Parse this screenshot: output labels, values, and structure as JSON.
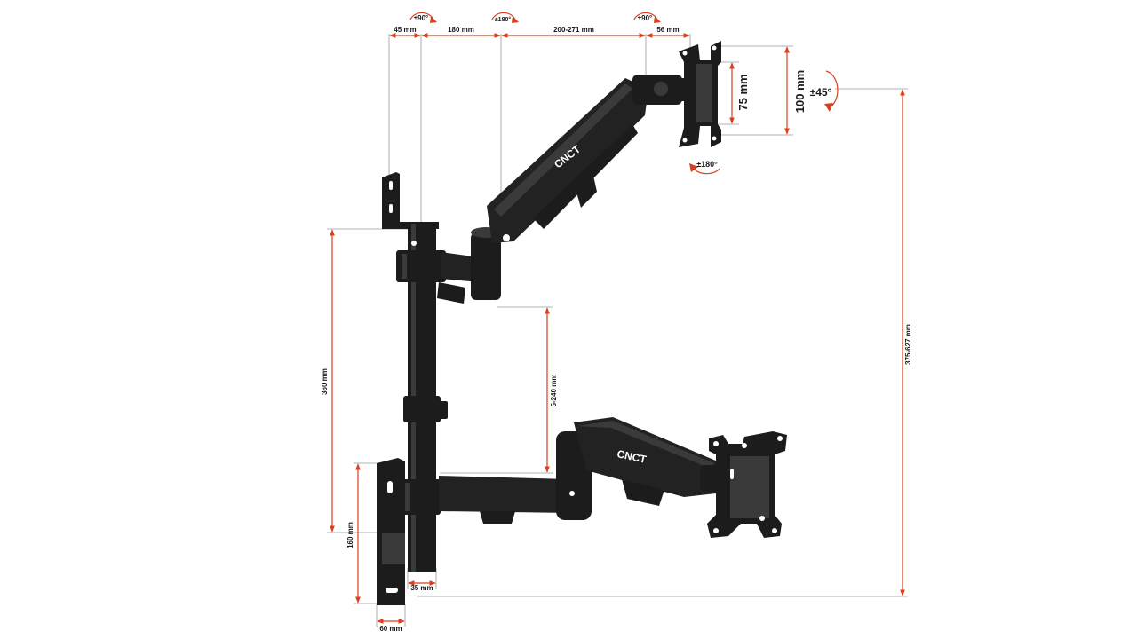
{
  "brand": "CNCT",
  "accent_color": "#d9411e",
  "product_color": "#222222",
  "dimensions": {
    "top_45": "45 mm",
    "top_180": "180 mm",
    "top_200_271": "200-271 mm",
    "top_56": "56 mm",
    "vesa_75": "75 mm",
    "vesa_100": "100 mm",
    "pole_360": "360 mm",
    "arm_gap": "5-240 mm",
    "total_height": "375-627 mm",
    "plate_160": "160 mm",
    "offset_35": "35 mm",
    "plate_60": "60 mm"
  },
  "rotations": {
    "rot_joint1": "±90°",
    "rot_joint2": "±180°",
    "rot_joint3": "±90°",
    "tilt": "±45°",
    "swivel": "±180°"
  }
}
